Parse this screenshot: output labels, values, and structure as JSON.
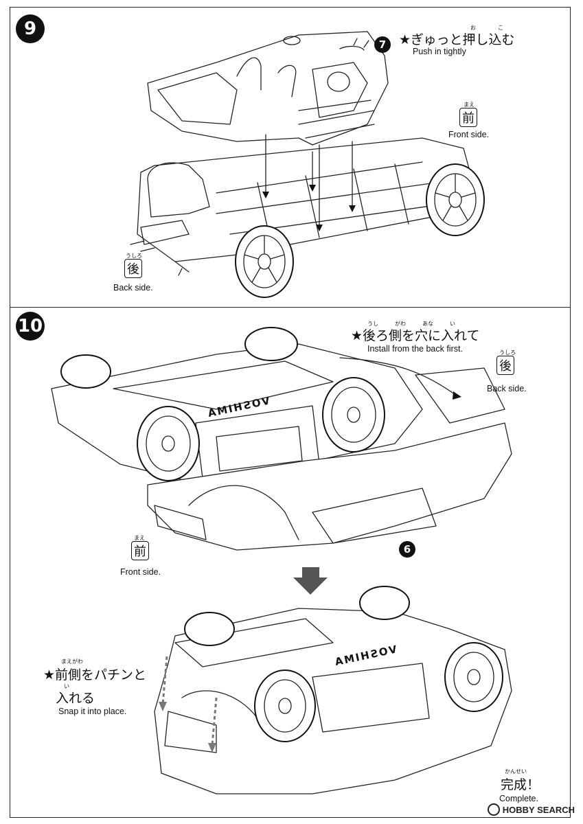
{
  "step9": {
    "number": "9",
    "callout_num": "7",
    "callout_ruby_1": "お",
    "callout_ruby_2": "こ",
    "callout_jp": "★ぎゅっと押し込む",
    "callout_en": "Push in tightly",
    "front_ruby": "まえ",
    "front_kanji": "前",
    "front_en": "Front side.",
    "back_ruby": "うしろ",
    "back_kanji": "後",
    "back_en": "Back side."
  },
  "step10": {
    "number": "10",
    "callout_ruby": "うし　　　がわ　　　あな　　　い",
    "callout_jp": "★後ろ側を穴に入れて",
    "callout_en": "Install from the back first.",
    "back_ruby": "うしろ",
    "back_kanji": "後",
    "back_en": "Back side.",
    "front_ruby": "まえ",
    "front_kanji": "前",
    "front_en": "Front side.",
    "part_num": "6",
    "body_logo": "VOSHIMA",
    "snap_ruby": "まえがわ",
    "snap_jp_1": "★前側をパチンと",
    "snap_ruby_2": "い",
    "snap_jp_2": "入れる",
    "snap_en": "Snap it into place.",
    "complete_ruby": "かんせい",
    "complete_jp": "完成！",
    "complete_en": "Complete."
  },
  "watermark": "HOBBY SEARCH"
}
